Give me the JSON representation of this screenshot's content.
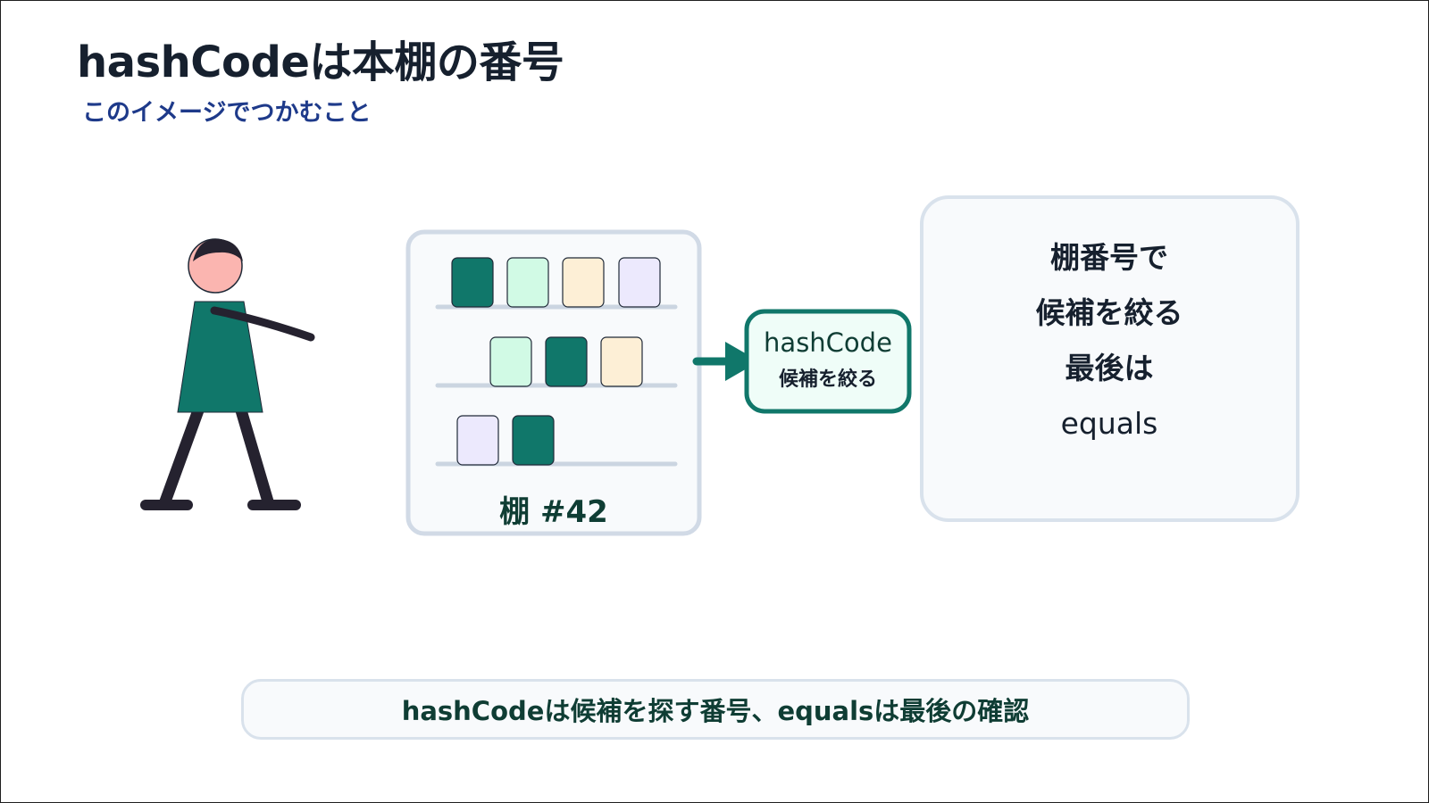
{
  "header": {
    "title": "hashCodeは本棚の番号",
    "subtitle": "このイメージでつかむこと"
  },
  "diagram": {
    "shelf_label": "棚 #42",
    "hash_box": {
      "title": "hashCode",
      "subtitle": "候補を絞る"
    },
    "explanation_lines": [
      "棚番号で",
      "候補を絞る",
      "最後は",
      "equals"
    ]
  },
  "caption": "hashCodeは候補を探す番号、equalsは最後の確認",
  "colors": {
    "teal": "#10776a",
    "mint": "#d1fae5",
    "cream": "#fdefd6",
    "lavender": "#ece9fd",
    "skin": "#fbb5b0",
    "dark": "#25222f",
    "panel_border": "#d1dae6",
    "panel_fill": "#f8fafc"
  },
  "icons": {
    "person": "person-figure-icon",
    "arrow": "arrow-right-icon"
  }
}
